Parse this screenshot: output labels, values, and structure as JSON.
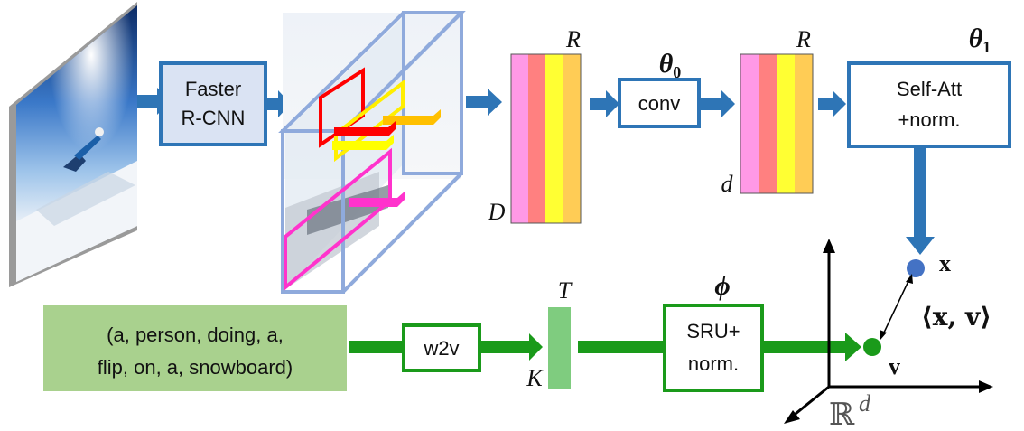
{
  "detector": {
    "label_line1": "Faster",
    "label_line2": "R-CNN"
  },
  "feature_matrix": {
    "dim_top": "R",
    "dim_side": "D"
  },
  "conv": {
    "label": "conv",
    "param": "θ",
    "param_sub": "0"
  },
  "reduced_matrix": {
    "dim_top": "R",
    "dim_side": "d"
  },
  "self_att": {
    "label_line1": "Self-Att",
    "label_line2": "+norm.",
    "param": "θ",
    "param_sub": "1"
  },
  "caption": {
    "line1": "(a, person, doing, a,",
    "line2": "flip, on, a, snowboard)"
  },
  "w2v": {
    "label": "w2v"
  },
  "word_matrix": {
    "dim_top": "T",
    "dim_side": "K"
  },
  "sru": {
    "label_line1": "SRU+",
    "label_line2": "norm.",
    "param": "ϕ"
  },
  "embedding": {
    "point_x": "x",
    "point_v": "v",
    "similarity": "⟨x, v⟩",
    "space": "ℝ",
    "space_exp": "d"
  },
  "colors": {
    "visual_arrow": "#2e75b6",
    "text_arrow": "#1a9a1a",
    "box_border_blue": "#2e75b6",
    "box_fill_blue": "#dae3f3",
    "box_border_green": "#1a9a1a",
    "caption_fill": "#a9d18e",
    "col_pink": "#ff99e6",
    "col_salmon": "#ff8080",
    "col_yellow": "#ffff33",
    "col_orange": "#ffcc55",
    "point_x": "#4472c4",
    "point_v": "#1a9a1a"
  }
}
